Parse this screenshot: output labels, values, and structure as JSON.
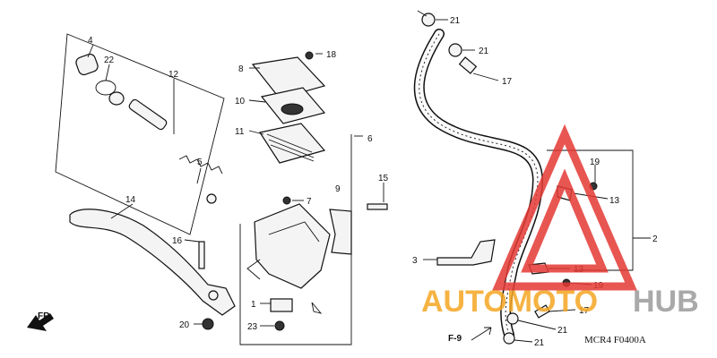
{
  "callouts": {
    "c1": "1",
    "c2": "2",
    "c3": "3",
    "c4": "4",
    "c5": "5",
    "c6": "6",
    "c7": "7",
    "c8": "8",
    "c9": "9",
    "c10": "10",
    "c11": "11",
    "c12": "12",
    "c13a": "13",
    "c13b": "13",
    "c14": "14",
    "c15": "15",
    "c16": "16",
    "c17a": "17",
    "c17b": "17",
    "c18": "18",
    "c19a": "19",
    "c19b": "19",
    "c20": "20",
    "c21a": "21",
    "c21b": "21",
    "c21c": "21",
    "c21d": "21",
    "c22": "22",
    "c23": "23"
  },
  "direction_label": "FR.",
  "ref_label": "F-9",
  "diagram_code": "MCR4  F0400A",
  "watermark": {
    "part1": "AUTOMOTO",
    "part2": "HUB",
    "color_orange": "#f5a623",
    "color_gray": "#9b9b9b",
    "color_red": "#e53935"
  }
}
